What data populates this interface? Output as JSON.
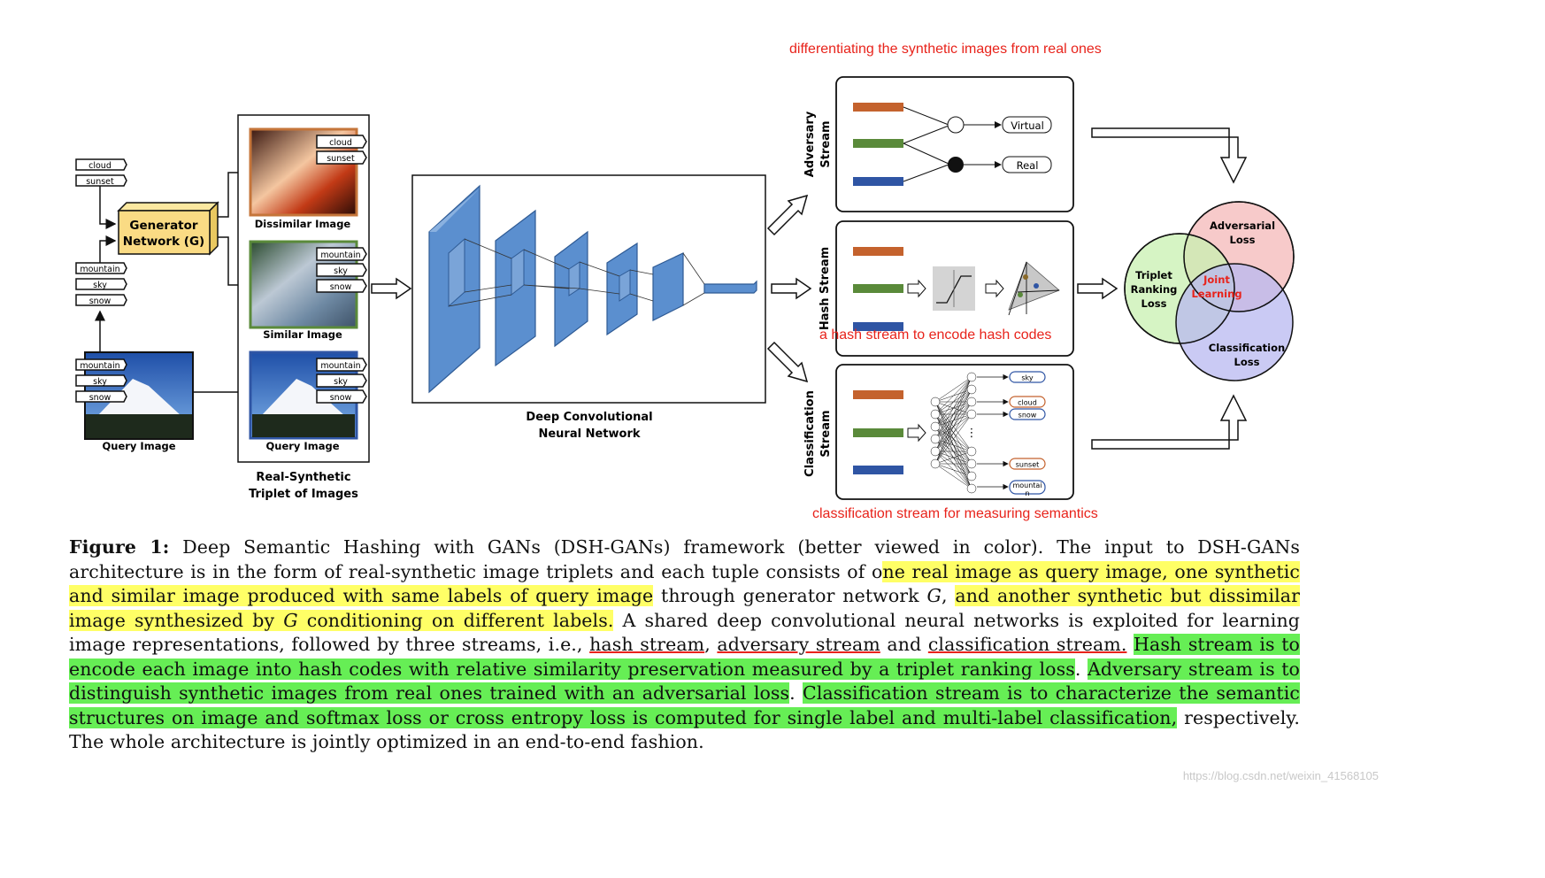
{
  "annotations": {
    "top": "differentiating the synthetic images from real ones",
    "hash": "a hash stream to encode hash codes",
    "classification": "classification stream for measuring semantics"
  },
  "left": {
    "tags_top": [
      "cloud",
      "sunset"
    ],
    "tags_mid": [
      "mountain",
      "sky",
      "snow"
    ],
    "tags_query": [
      "mountain",
      "sky",
      "snow"
    ],
    "generator": [
      "Generator",
      "Network (G)"
    ],
    "query_label": "Query Image"
  },
  "triplet": {
    "dissimilar_tags": [
      "cloud",
      "sunset"
    ],
    "dissimilar_label": "Dissimilar Image",
    "similar_tags": [
      "mountain",
      "sky",
      "snow"
    ],
    "similar_label": "Similar Image",
    "query_tags": [
      "mountain",
      "sky",
      "snow"
    ],
    "query_label": "Query Image",
    "title": [
      "Real-Synthetic",
      "Triplet of Images"
    ]
  },
  "dcnn": {
    "title": [
      "Deep Convolutional",
      "Neural Network"
    ]
  },
  "streams": {
    "adversary": {
      "title": [
        "Adversary",
        "Stream"
      ],
      "outputs": [
        "Virtual",
        "Real"
      ]
    },
    "hash": {
      "title": [
        "Hash Stream"
      ]
    },
    "classification": {
      "title": [
        "Classification",
        "Stream"
      ],
      "outputs": [
        "sky",
        "cloud",
        "snow",
        "⋮",
        "sunset",
        "mountai",
        "n"
      ]
    }
  },
  "losses": {
    "adversarial": [
      "Adversarial",
      "Loss"
    ],
    "triplet": [
      "Triplet",
      "Ranking",
      "Loss"
    ],
    "classification": [
      "Classification",
      "Loss"
    ],
    "joint": [
      "Joint",
      "Learning"
    ]
  },
  "caption": {
    "label": "Figure 1:",
    "s1": " Deep Semantic Hashing with GANs (DSH-GANs) framework (better viewed in color). The input to DSH-GANs architecture is in the form of real-synthetic image triplets and each tuple consists of o",
    "h1": "ne real image as query image, one synthetic and similar image produced with same labels of query image",
    "s2": " through generator network ",
    "var_g": "G",
    "s3": ", ",
    "h2a": "and another synthetic but dissimilar image synthesized by ",
    "h2b": " conditioning on different labels.",
    "s4": " A shared deep convolutional neural networks is exploited for learning image representations, followed by three streams, i.e., ",
    "u1": "hash stream",
    "s5": ", ",
    "u2": "adversary stream",
    "s6": " and ",
    "u3": "classification stream.",
    "s7": " ",
    "g1": "Hash stream is to encode each image into hash codes with relative similarity preservation measured by a triplet ranking loss",
    "s8": ". ",
    "g2": "Adversary stream is to distinguish synthetic images from real ones trained with an adversarial loss",
    "s9": ". ",
    "g3": "Classification stream is to characterize the semantic structures on image and softmax loss or cross entropy loss is computed for single label and multi-label classification,",
    "s10": " respectively. The whole architecture is jointly optimized in an end-to-end fashion."
  },
  "watermark": "https://blog.csdn.net/weixin_41568105",
  "colors": {
    "orange": "#c4622d",
    "green": "#5a8a3a",
    "blue": "#2f55a4",
    "annotation": "#e8231b",
    "cnn": "#5b8fcf"
  }
}
